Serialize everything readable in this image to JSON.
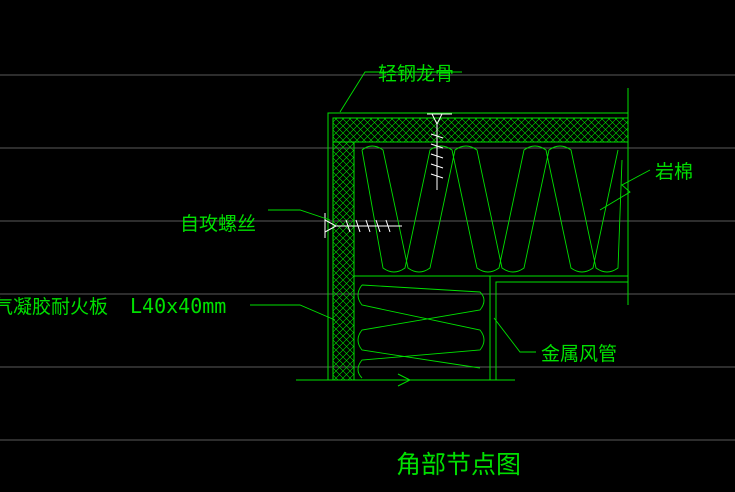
{
  "labels": {
    "light_steel_keel": "轻钢龙骨",
    "rock_wool": "岩棉",
    "self_tapping_screw": "自攻螺丝",
    "fireproof_board": "气凝胶耐火板",
    "angle_spec": "L40x40mm",
    "metal_duct": "金属风管",
    "title": "角部节点图"
  },
  "colors": {
    "background": "#000000",
    "drawing_green": "#00e000",
    "guide_lines": "#b4b4b4",
    "screw": "#ffffff"
  }
}
